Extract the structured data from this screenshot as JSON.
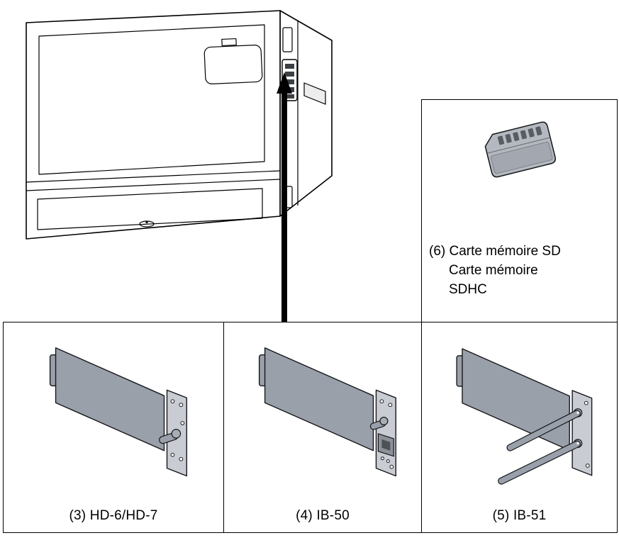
{
  "colors": {
    "background": "#ffffff",
    "line": "#000000",
    "plate_gray": "#9aa0aa",
    "bracket_gray": "#c9ccd2"
  },
  "panels": {
    "sd": {
      "line1": "(6) Carte mémoire SD",
      "line2": "Carte mémoire",
      "line3": "SDHC"
    },
    "hd": {
      "label": "(3) HD-6/HD-7"
    },
    "ib50": {
      "label": "(4) IB-50"
    },
    "ib51": {
      "label": "(5) IB-51"
    }
  }
}
